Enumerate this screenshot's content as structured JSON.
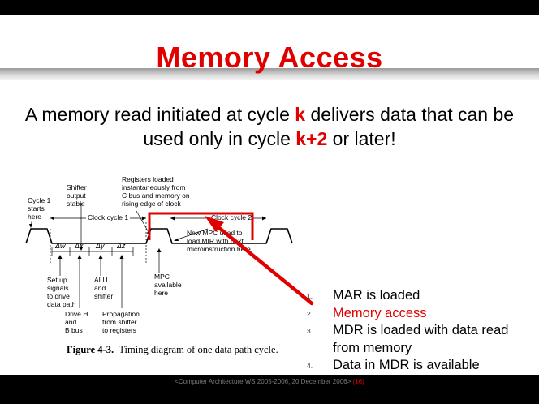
{
  "slide": {
    "title": "Memory Access",
    "statement": {
      "part1": "A memory read initiated at cycle ",
      "k": "k",
      "part2": " delivers data that can be used only in cycle ",
      "k2": "k+2",
      "part3": " or later!"
    }
  },
  "figure": {
    "labels": {
      "cycle1_starts": "Cycle 1\nstarts\nhere",
      "shifter_stable": "Shifter\noutput\nstable",
      "registers_loaded": "Registers loaded\ninstantaneously from\nC bus and memory  on\nrising edge of clock",
      "clock_cycle_1": "Clock cycle 1",
      "clock_cycle_2": "Clock cycle 2",
      "new_mpc": "New MPC used to\nload MIR with next\nmicroinstruction here",
      "dw": "Δw",
      "dx": "Δx",
      "dy": "Δy",
      "dz": "Δz",
      "set_up": "Set up\nsignals\nto drive\ndata path",
      "alu_shifter": "ALU\nand\nshifter",
      "mpc_available": "MPC\navailable\nhere",
      "drive_h": "Drive H\nand\nB bus",
      "propagation": "Propagation\nfrom shifter\nto registers"
    },
    "caption": {
      "number": "Figure 4-3.",
      "text": "Timing diagram of one data path cycle."
    }
  },
  "steps": [
    {
      "num": "1.",
      "text": "MAR is loaded"
    },
    {
      "num": "2.",
      "text": "Memory access"
    },
    {
      "num": "3.",
      "text": "MDR is loaded with data read from memory"
    },
    {
      "num": "4.",
      "text": "Data in MDR is available"
    }
  ],
  "colors": {
    "accent": "#e00000",
    "footer_text": "#7a7a7a",
    "background": "#ffffff",
    "border": "#000000"
  },
  "footer": {
    "text": "<Computer Architecture WS 2005-2006, 20 December 2006>",
    "page": "(16)"
  }
}
